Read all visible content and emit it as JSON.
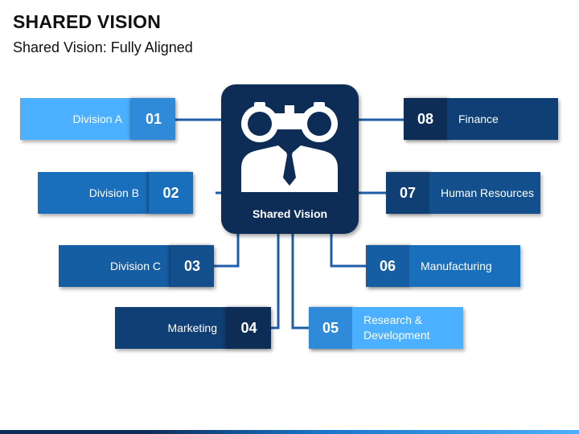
{
  "title": "SHARED VISION",
  "subtitle": "Shared Vision: Fully Aligned",
  "center": {
    "label": "Shared Vision",
    "icon": "binoculars-person-icon"
  },
  "items": [
    {
      "number": "01",
      "label": "Division A"
    },
    {
      "number": "02",
      "label": "Division B"
    },
    {
      "number": "03",
      "label": "Division C"
    },
    {
      "number": "04",
      "label": "Marketing"
    },
    {
      "number": "05",
      "label": "Research &\nDevelopment"
    },
    {
      "number": "06",
      "label": "Manufacturing"
    },
    {
      "number": "07",
      "label": "Human Resources"
    },
    {
      "number": "08",
      "label": "Finance"
    }
  ],
  "colors": {
    "navy": "#0d2d57",
    "blue_dark": "#0f4c8a",
    "blue_mid": "#1a6fbd",
    "blue_light": "#4ab0ff",
    "connector": "#1e5ea8"
  }
}
